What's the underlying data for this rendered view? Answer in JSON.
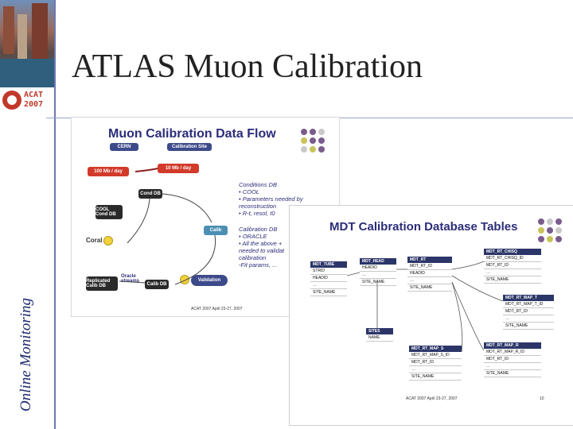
{
  "title": "ATLAS Muon Calibration",
  "side_label": "Online Monitoring",
  "logo_text": "ACAT 2007",
  "slide1": {
    "title": "Muon Calibration Data Flow",
    "cern": "CERN",
    "calib_site": "Calibration Site",
    "rate1": "100 Mb / day",
    "rate2": "10 Mb / day",
    "cond_db": "Cond DB",
    "cool_cond_db": "COOL Cond DB",
    "calib": "Calib",
    "coral": "Coral",
    "replicated": "Replicated Calib DB",
    "oracle_streams": "Oracle streams",
    "calib_db": "Calib DB",
    "validation": "Validation",
    "notes_a": [
      "Conditions DB",
      "• COOL",
      "• Parameters needed by",
      "reconstruction",
      "  • R-t, resol, t0"
    ],
    "notes_b": [
      "Calibration DB",
      "• ORACLE",
      "• All the above +",
      "needed to validat",
      "calibration",
      "  -Fit params, ..."
    ],
    "footer": "ACAT 2007 April 23-27, 2007"
  },
  "slide2": {
    "title": "MDT Calibration Database Tables",
    "footer": "ACAT 2007 April 23-27, 2007",
    "page": "10",
    "tables": {
      "tube": {
        "name": "MDT_TUBE",
        "rows": [
          "STRID",
          "HEADID",
          "…",
          "SITE_NAME"
        ]
      },
      "head": {
        "name": "MDT_HEAD",
        "rows": [
          "HEADID",
          "…",
          "SITE_NAME"
        ]
      },
      "rt": {
        "name": "MDT_RT",
        "rows": [
          "MDT_RT_ID",
          "HEADID",
          "…",
          "SITE_NAME"
        ]
      },
      "chisq": {
        "name": "MDT_RT_CHISQ",
        "rows": [
          "MDT_RT_CHISQ_ID",
          "MDT_RT_ID",
          "…",
          "SITE_NAME"
        ]
      },
      "mapt": {
        "name": "MDT_RT_MAP_T",
        "rows": [
          "MDT_RT_MAP_T_ID",
          "MDT_RT_ID",
          "…",
          "SITE_NAME"
        ]
      },
      "sites": {
        "name": "SITES",
        "rows": [
          "NAME"
        ]
      },
      "maps": {
        "name": "MDT_RT_MAP_S",
        "rows": [
          "MDT_RT_MAP_S_ID",
          "MDT_RT_ID",
          "…",
          "SITE_NAME"
        ]
      },
      "mapr": {
        "name": "MDT_RT_MAP_R",
        "rows": [
          "MDT_RT_MAP_R_ID",
          "MDT_RT_ID",
          "…",
          "SITE_NAME"
        ]
      }
    }
  },
  "colors": {
    "title": "#222222",
    "side_label": "#1e2a6e",
    "accent": "#2c2c7a",
    "table_header": "#2b3568"
  }
}
